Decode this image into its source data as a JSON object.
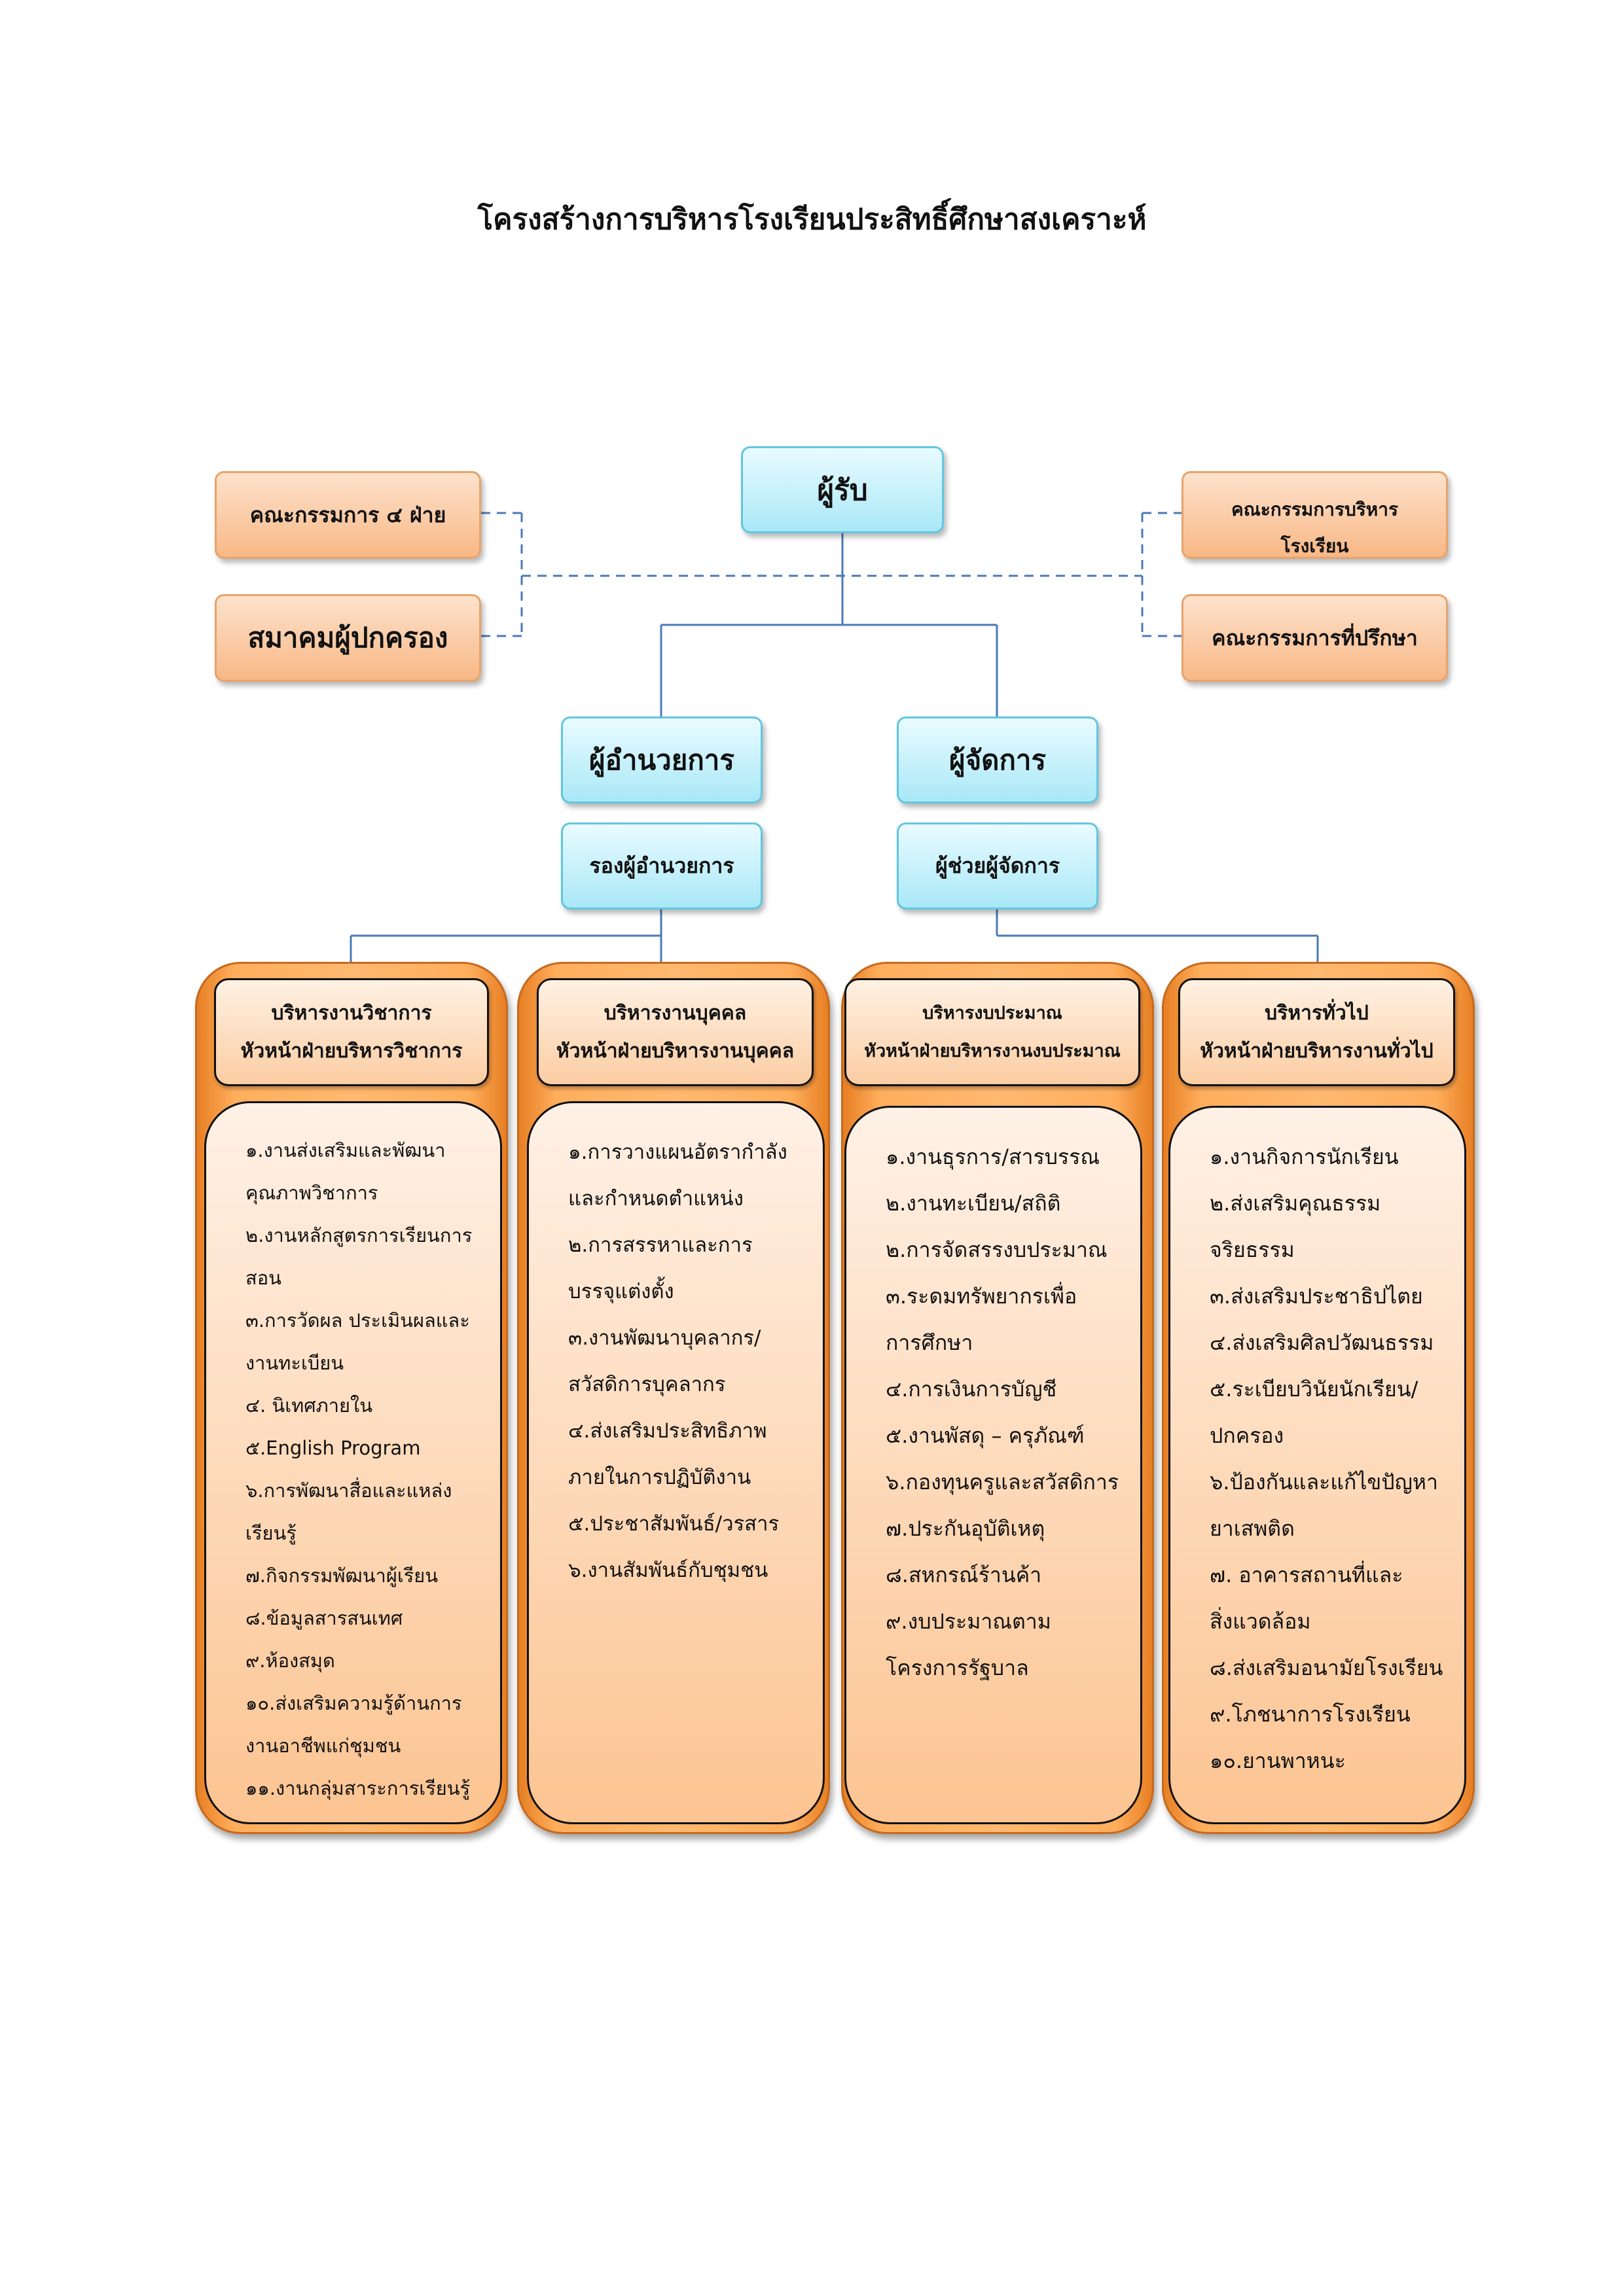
{
  "title": "โครงสร้างการบริหารโรงเรียนประสิทธิ์ศึกษาสงเคราะห์",
  "top": {
    "licensee": "ผู้รับ",
    "left_committee": "คณะกรรมการ ๔ ฝ่าย",
    "parents_association": "สมาคมผู้ปกครอง",
    "school_board": "คณะกรรมการบริหาร\nโรงเรียน",
    "advisory_board": "คณะกรรมการที่ปรึกษา"
  },
  "management": {
    "director": "ผู้อำนวยการ",
    "deputy_director": "รองผู้อำนวยการ",
    "manager": "ผู้จัดการ",
    "assistant_manager": "ผู้ช่วยผู้จัดการ"
  },
  "departments": [
    {
      "name": "บริหารงานวิชาการ",
      "head": "หัวหน้าฝ่ายบริหารวิชาการ",
      "items": [
        "๑.งานส่งเสริมและพัฒนา",
        "คุณภาพวิชาการ",
        "๒.งานหลักสูตรการเรียนการ",
        "สอน",
        "๓.การวัดผล ประเมินผลและ",
        "งานทะเบียน",
        "๔. นิเทศภายใน",
        "๕.English Program",
        "๖.การพัฒนาสื่อและแหล่ง",
        "เรียนรู้",
        "๗.กิจกรรมพัฒนาผู้เรียน",
        "๘.ข้อมูลสารสนเทศ",
        "๙.ห้องสมุด",
        "๑๐.ส่งเสริมความรู้ด้านการ",
        "งานอาชีพแก่ชุมชน",
        "๑๑.งานกลุ่มสาระการเรียนรู้"
      ]
    },
    {
      "name": "บริหารงานบุคคล",
      "head": "หัวหน้าฝ่ายบริหารงานบุคคล",
      "items": [
        "๑.การวางแผนอัตรากำลัง",
        "และกำหนดตำแหน่ง",
        "๒.การสรรหาและการ",
        "บรรจุแต่งตั้ง",
        "๓.งานพัฒนาบุคลากร/",
        "สวัสดิการบุคลากร",
        "๔.ส่งเสริมประสิทธิภาพ",
        "ภายในการปฏิบัติงาน",
        "๕.ประชาสัมพันธ์/วรสาร",
        "๖.งานสัมพันธ์กับชุมชน"
      ]
    },
    {
      "name": "บริหารงบประมาณ",
      "head": "หัวหน้าฝ่ายบริหารงานงบประมาณ",
      "items": [
        "๑.งานธุรการ/สารบรรณ",
        "๒.งานทะเบียน/สถิติ",
        "๒.การจัดสรรงบประมาณ",
        "๓.ระดมทรัพยากรเพื่อ",
        "การศึกษา",
        "๔.การเงินการบัญชี",
        "๕.งานพัสดุ – ครุภัณฑ์",
        "๖.กองทุนครูและสวัสดิการ",
        "๗.ประกันอุบัติเหตุ",
        "๘.สหกรณ์ร้านค้า",
        "๙.งบประมาณตาม",
        "โครงการรัฐบาล"
      ]
    },
    {
      "name": "บริหารทั่วไป",
      "head": "หัวหน้าฝ่ายบริหารงานทั่วไป",
      "items": [
        "๑.งานกิจการนักเรียน",
        "๒.ส่งเสริมคุณธรรม",
        "จริยธรรม",
        "๓.ส่งเสริมประชาธิปไตย",
        "๔.ส่งเสริมศิลปวัฒนธรรม",
        "๕.ระเบียบวินัยนักเรียน/",
        "ปกครอง",
        "๖.ป้องกันและแก้ไขปัญหา",
        "ยาเสพติด",
        "๗. อาคารสถานที่และ",
        "สิ่งแวดล้อม",
        "๘.ส่งเสริมอนามัยโรงเรียน",
        "๙.โภชนาการโรงเรียน",
        "๑๐.ยานพาหนะ"
      ]
    }
  ]
}
